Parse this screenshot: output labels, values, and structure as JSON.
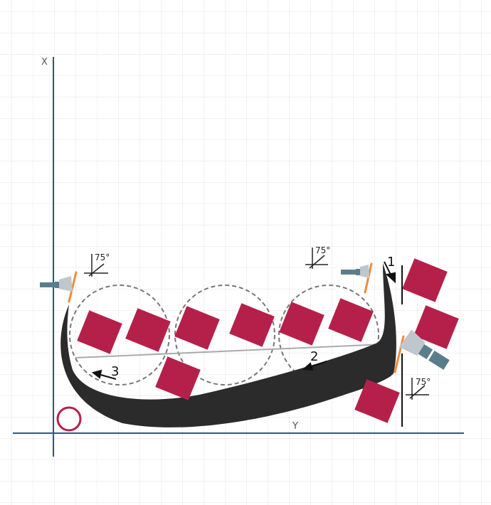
{
  "axes": {
    "x_label": "X",
    "y_label": "Y"
  },
  "angle_label": "75°",
  "step_labels": [
    "1",
    "2",
    "3"
  ],
  "colors": {
    "grid": "#e3e3e3",
    "axis": "#1f5f8b",
    "track": "#2b2b2b",
    "block": "#b5204a",
    "blade": "#f08a3c",
    "circle": "#777777",
    "start_marker": "#b5204a",
    "tool_body": "#5a7d8c",
    "tool_head": "#bfc7cc"
  },
  "icons": [
    "stud-shooter-icon",
    "start-circle-icon",
    "angle-mark-icon"
  ]
}
